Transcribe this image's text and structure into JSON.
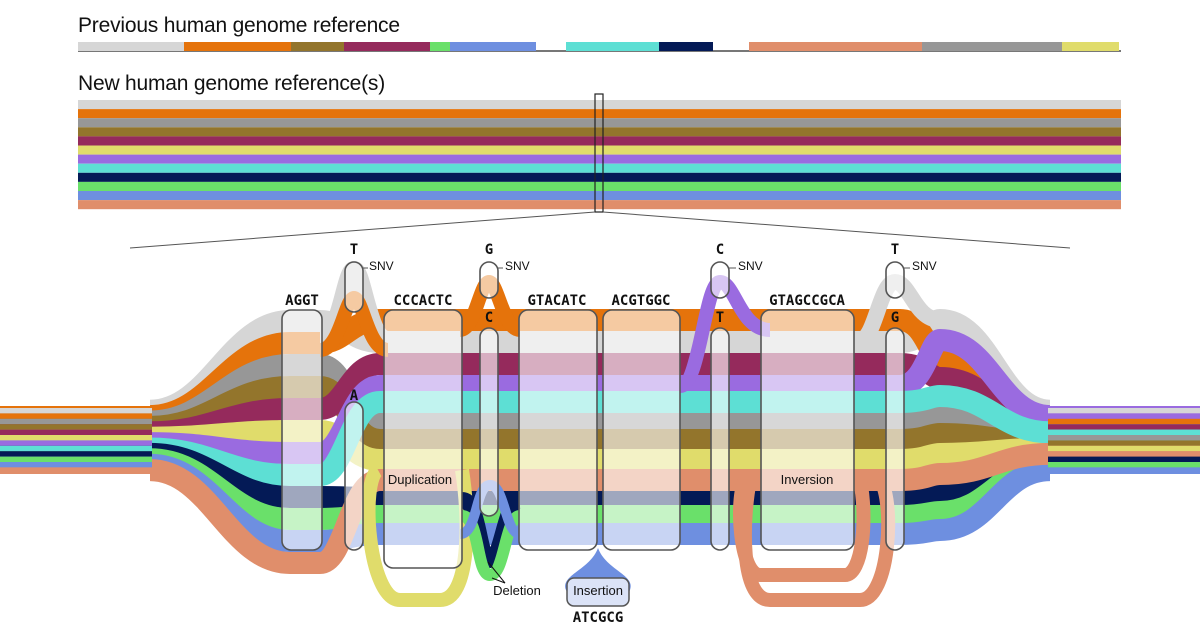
{
  "titles": {
    "previous": "Previous human genome reference",
    "new": "New human genome reference(s)"
  },
  "colors": {
    "lightgray": "#d6d6d6",
    "orange": "#e5730b",
    "gray": "#979797",
    "olive": "#93752c",
    "maroon": "#952a5c",
    "yellow": "#e0dc6b",
    "purple": "#9a6be0",
    "cyan": "#5ddfd4",
    "navy": "#041a56",
    "green": "#6ae06a",
    "blue": "#6e8fe0",
    "salmon": "#e08e6b"
  },
  "previous_reference_segments": [
    {
      "color": "lightgray"
    },
    {
      "color": "orange"
    },
    {
      "color": "olive"
    },
    {
      "color": "maroon"
    },
    {
      "color": "green"
    },
    {
      "color": "blue"
    },
    {
      "color": "gap"
    },
    {
      "color": "cyan"
    },
    {
      "color": "navy"
    },
    {
      "color": "gap"
    },
    {
      "color": "salmon"
    },
    {
      "color": "gray"
    },
    {
      "color": "yellow"
    }
  ],
  "new_reference_haplotypes": [
    "lightgray",
    "orange",
    "gray",
    "olive",
    "maroon",
    "yellow",
    "purple",
    "cyan",
    "navy",
    "green",
    "blue",
    "salmon"
  ],
  "sequence_blocks": [
    {
      "id": "aggt",
      "label": "AGGT"
    },
    {
      "id": "cccactc",
      "label": "CCCACTC"
    },
    {
      "id": "gtacatc",
      "label": "GTACATC"
    },
    {
      "id": "acgtggc",
      "label": "ACGTGGC"
    },
    {
      "id": "gtagccgca",
      "label": "GTAGCCGCA"
    }
  ],
  "snvs": [
    {
      "top": "T",
      "bottom": "A",
      "label": "SNV"
    },
    {
      "top": "G",
      "bottom": "C",
      "label": "SNV"
    },
    {
      "top": "C",
      "bottom": "T",
      "label": "SNV"
    },
    {
      "top": "T",
      "bottom": "G",
      "label": "SNV"
    }
  ],
  "annotations": {
    "duplication": "Duplication",
    "deletion": "Deletion",
    "insertion": "Insertion",
    "insertion_seq": "ATCGCG",
    "inversion": "Inversion"
  }
}
